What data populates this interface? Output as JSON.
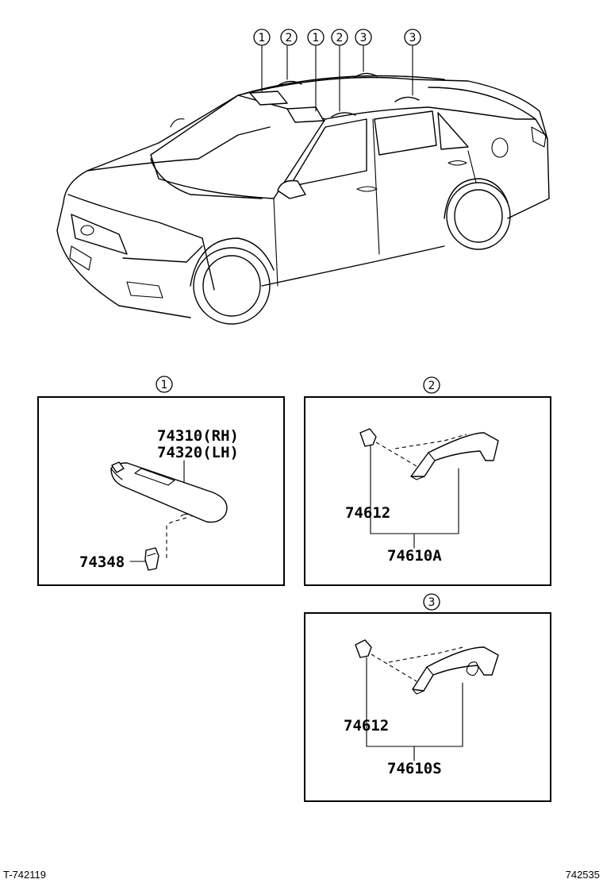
{
  "callouts_top": [
    "1",
    "2",
    "1",
    "2",
    "3",
    "3"
  ],
  "panel1": {
    "callout": "1",
    "part_rh": "74310(RH)",
    "part_lh": "74320(LH)",
    "clip": "74348"
  },
  "panel2": {
    "callout": "2",
    "part_bracket": "74612",
    "part_assembly": "74610A"
  },
  "panel3": {
    "callout": "3",
    "part_bracket": "74612",
    "part_assembly": "74610S"
  },
  "footer": {
    "left": "T-742119",
    "right": "742535"
  }
}
